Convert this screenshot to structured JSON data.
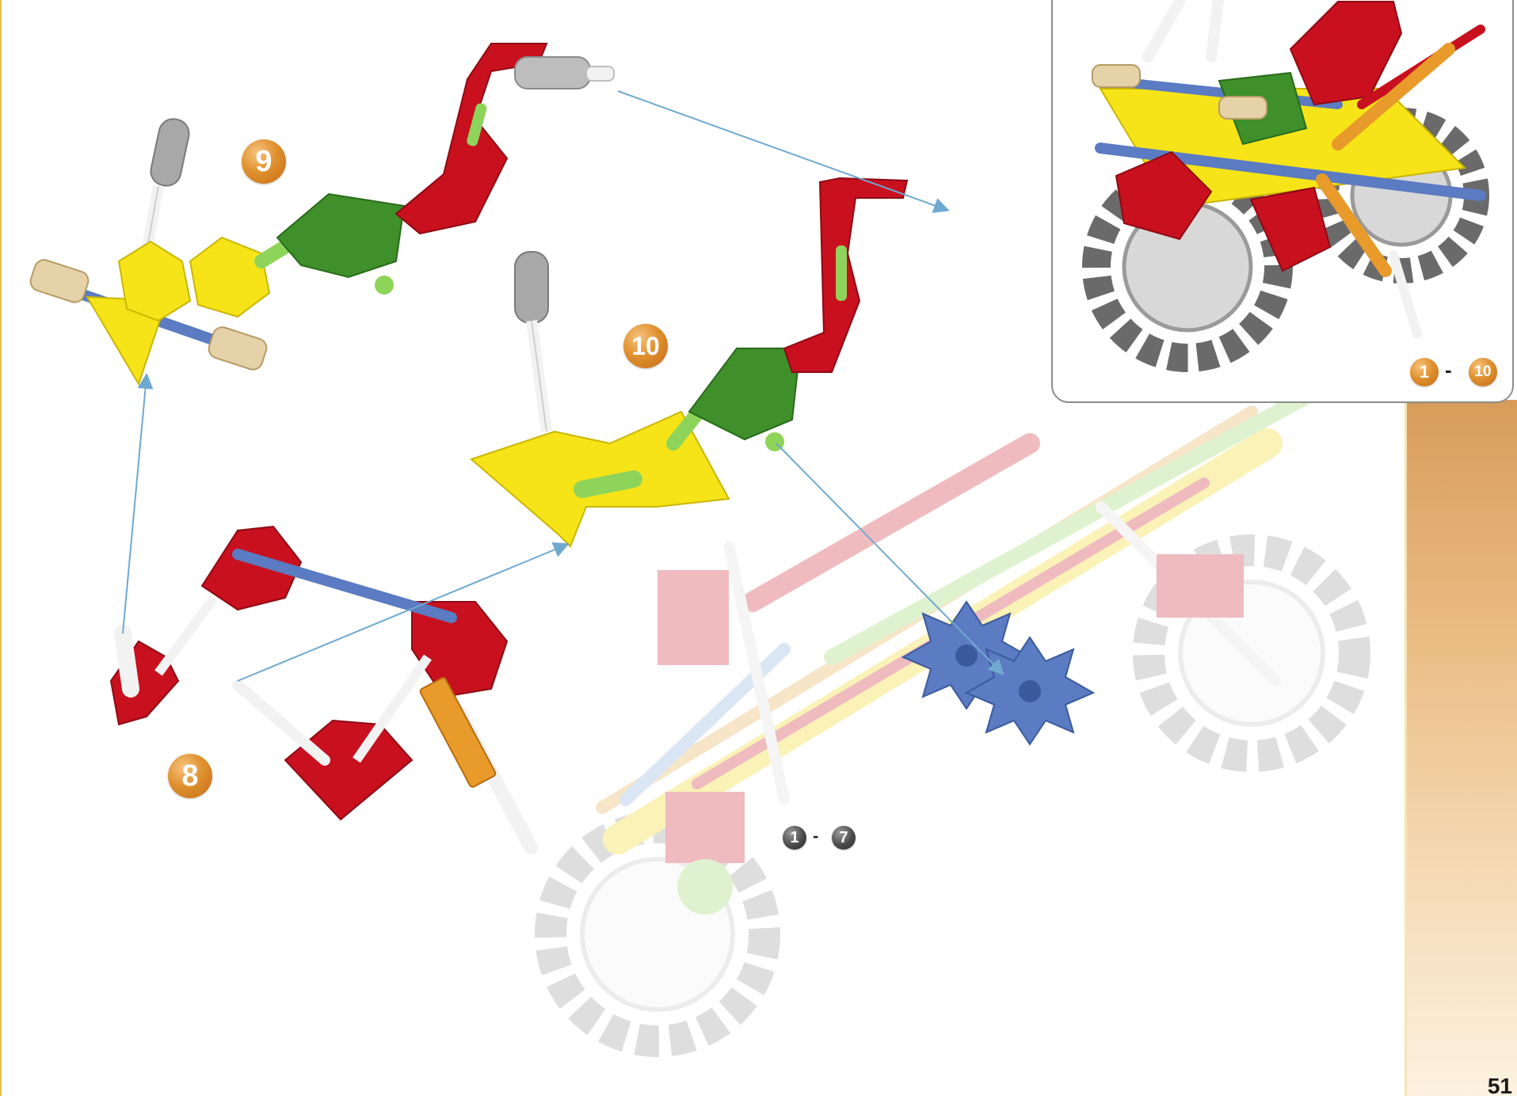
{
  "page": {
    "number": "51"
  },
  "steps": [
    {
      "id": "step-8",
      "label": "8"
    },
    {
      "id": "step-9",
      "label": "9"
    },
    {
      "id": "step-10",
      "label": "10"
    }
  ],
  "ranges": {
    "background_model": {
      "from": "1",
      "to": "7",
      "separator": "-"
    },
    "inset_model": {
      "from": "1",
      "to": "10",
      "separator": "-"
    }
  },
  "colors": {
    "red": "#c8101e",
    "yellow": "#f6e418",
    "green": "#3f8f2b",
    "light_green": "#8fd45a",
    "blue": "#5b7bc2",
    "gray": "#a8a8a8",
    "white": "#f2f2f2",
    "tan": "#e6d2a8",
    "orange": "#e89a2a",
    "arrow": "#6fa9d0",
    "tab": "#e2a96a"
  }
}
